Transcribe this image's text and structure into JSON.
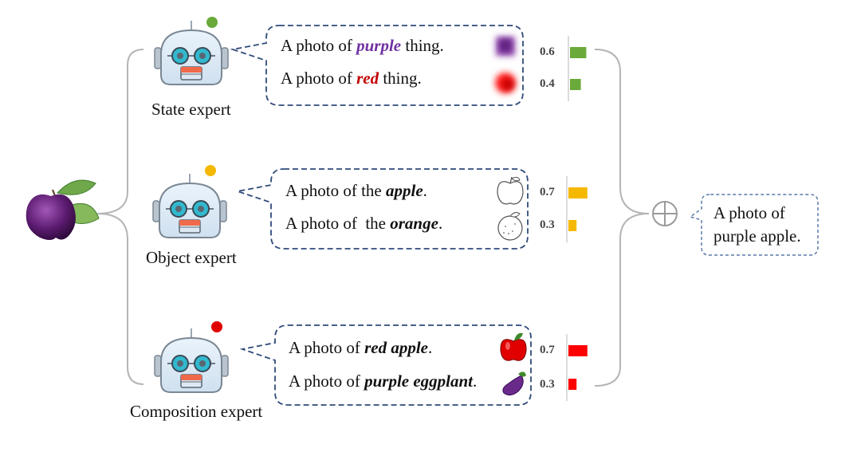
{
  "colors": {
    "dash_border": "#2f4a7a",
    "bracket": "#b5b5b5",
    "state_dot": "#6aaa3a",
    "object_dot": "#f5b800",
    "composition_dot": "#e00000",
    "purple_text": "#7030a0",
    "red_text": "#c00000"
  },
  "experts": [
    {
      "label": "State expert",
      "dot_color": "#6aaa3a",
      "bar_color": "#6aaa3a",
      "rows": [
        {
          "prefix": "A photo of ",
          "keyword": "purple",
          "keyword_color": "#7030a0",
          "suffix": " thing.",
          "score": "0.6",
          "value": 0.6,
          "icon": "purple-blur-icon"
        },
        {
          "prefix": "A photo of ",
          "keyword": "red",
          "keyword_color": "#c00000",
          "suffix": " thing.",
          "score": "0.4",
          "value": 0.4,
          "icon": "red-blur-icon"
        }
      ]
    },
    {
      "label": "Object expert",
      "dot_color": "#f5b800",
      "bar_color": "#f5b800",
      "rows": [
        {
          "prefix": "A photo of the ",
          "keyword": "apple",
          "keyword_color": "#111111",
          "suffix": ".",
          "score": "0.7",
          "value": 0.7,
          "icon": "apple-outline-icon"
        },
        {
          "prefix": "A photo of  the ",
          "keyword": "orange",
          "keyword_color": "#111111",
          "suffix": ".",
          "score": "0.3",
          "value": 0.3,
          "icon": "orange-outline-icon"
        }
      ]
    },
    {
      "label": "Composition expert",
      "dot_color": "#e00000",
      "bar_color": "#ff0000",
      "rows": [
        {
          "prefix": "A photo of ",
          "keyword": "red apple",
          "keyword_color": "#111111",
          "suffix": ".",
          "score": "0.7",
          "value": 0.7,
          "icon": "red-apple-icon"
        },
        {
          "prefix": "A photo of ",
          "keyword": "purple eggplant",
          "keyword_color": "#111111",
          "suffix": ".",
          "score": "0.3",
          "value": 0.3,
          "icon": "eggplant-icon"
        }
      ]
    }
  ],
  "result": {
    "line1": "A photo of",
    "line2": "purple apple."
  },
  "input_icon": "purple-apple-icon",
  "combine_icon": "circle-plus-icon"
}
